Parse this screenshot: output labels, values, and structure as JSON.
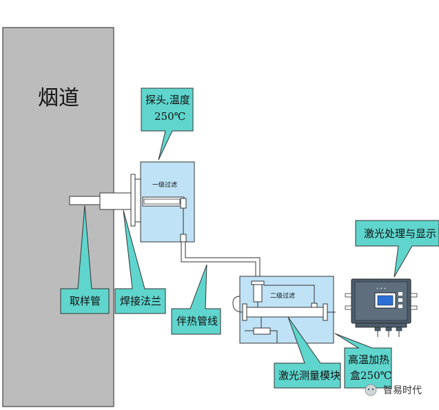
{
  "flue": {
    "label": "烟道"
  },
  "probe": {
    "callout_line1": "探头,温度",
    "callout_line2": "250℃",
    "filter_label": "一级过滤"
  },
  "sampling_tube": {
    "label": "取样管"
  },
  "weld_flange": {
    "label": "焊接法兰"
  },
  "heat_trace_line": {
    "label": "伴热管线"
  },
  "measurement_box": {
    "filter_label": "二级过滤",
    "module_label": "激光测量模块",
    "hot_box_line1": "高温加热",
    "hot_box_line2": "盒250℃"
  },
  "controller": {
    "label": "激光处理与显示",
    "dots": "• • •"
  },
  "watermark": {
    "text": "智易时代"
  },
  "colors": {
    "callout_fill": "#5fd5cd",
    "box_fill": "#bfe2f6",
    "flue_fill": "#bcbcbc",
    "controller_fill": "#4d5d6c"
  }
}
